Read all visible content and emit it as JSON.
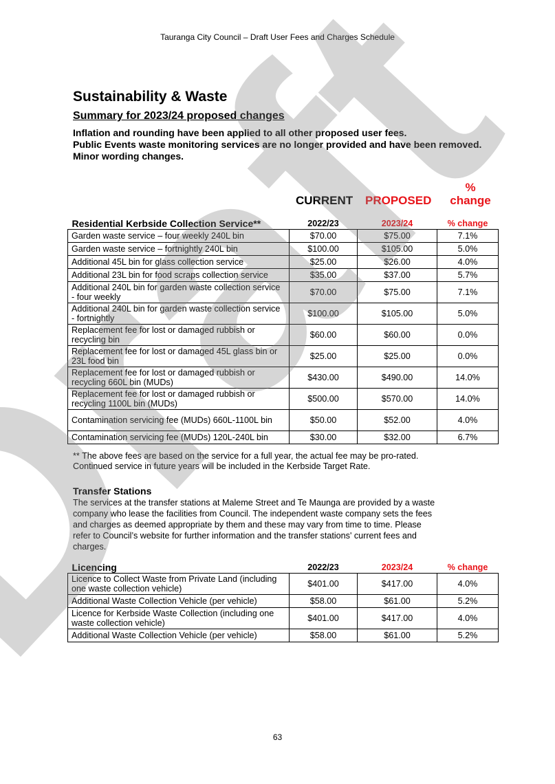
{
  "running_header": "Tauranga City Council – Draft User Fees and Charges Schedule",
  "title": "Sustainability & Waste",
  "summary_heading": "Summary for 2023/24 proposed changes",
  "summary_notes": [
    "Inflation and rounding have been applied to all other proposed user fees.",
    "Public Events waste monitoring services are no longer provided and have been removed.",
    "Minor wording changes."
  ],
  "column_headers": {
    "current": "CURRENT",
    "proposed": "PROPOSED",
    "change_symbol": "%",
    "change_word": "change"
  },
  "kerbside": {
    "category": "Residential Kerbside Collection Service**",
    "col_current": "2022/23",
    "col_proposed": "2023/24",
    "col_change": "% change",
    "rows": [
      {
        "service": "Garden waste service – four weekly 240L bin",
        "current": "$70.00",
        "proposed": "$75.00",
        "change": "7.1%"
      },
      {
        "service": "Garden waste service – fortnightly 240L bin",
        "current": "$100.00",
        "proposed": "$105.00",
        "change": "5.0%"
      },
      {
        "service": "Additional 45L bin for glass collection service",
        "current": "$25.00",
        "proposed": "$26.00",
        "change": "4.0%"
      },
      {
        "service": "Additional 23L bin for food scraps collection service",
        "current": "$35.00",
        "proposed": "$37.00",
        "change": "5.7%"
      },
      {
        "service": "Additional 240L bin for garden waste collection service - four weekly",
        "current": "$70.00",
        "proposed": "$75.00",
        "change": "7.1%"
      },
      {
        "service": "Additional 240L bin for garden waste collection service - fortnightly",
        "current": "$100.00",
        "proposed": "$105.00",
        "change": "5.0%"
      },
      {
        "service": "Replacement fee for lost or damaged rubbish or recycling bin",
        "current": "$60.00",
        "proposed": "$60.00",
        "change": "0.0%"
      },
      {
        "service": "Replacement fee for lost or damaged 45L glass bin or 23L food bin",
        "current": "$25.00",
        "proposed": "$25.00",
        "change": "0.0%"
      },
      {
        "service": "Replacement fee for lost or damaged rubbish or recycling 660L bin (MUDs)",
        "current": "$430.00",
        "proposed": "$490.00",
        "change": "14.0%"
      },
      {
        "service": "Replacement fee for lost or damaged rubbish or recycling 1100L bin (MUDs)",
        "current": "$500.00",
        "proposed": "$570.00",
        "change": "14.0%"
      },
      {
        "service": "Contamination servicing fee (MUDs) 660L-1100L bin",
        "current": "$50.00",
        "proposed": "$52.00",
        "change": "4.0%"
      },
      {
        "service": "Contamination servicing fee (MUDs) 120L-240L bin",
        "current": "$30.00",
        "proposed": "$32.00",
        "change": "6.7%"
      }
    ],
    "footnote": "** The above fees are based on the service for a full year, the actual fee may be pro-rated.  Continued service in future years will be included in the Kerbside Target Rate."
  },
  "transfer": {
    "heading": "Transfer Stations",
    "text": "The services at the transfer stations at Maleme Street and Te Maunga are provided by a waste company who lease the facilities from Council. The independent waste company sets the fees and charges as deemed appropriate by them and these may vary from time to time. Please refer to Council’s website for further information and the transfer stations' current fees and charges."
  },
  "licencing": {
    "category": "Licencing",
    "col_current": "2022/23",
    "col_proposed": "2023/24",
    "col_change": "% change",
    "rows": [
      {
        "service": "Licence to Collect Waste from Private Land (including one waste collection vehicle)",
        "current": "$401.00",
        "proposed": "$417.00",
        "change": "4.0%"
      },
      {
        "service": "Additional Waste Collection Vehicle (per vehicle)",
        "current": "$58.00",
        "proposed": "$61.00",
        "change": "5.2%"
      },
      {
        "service": "Licence for Kerbside Waste Collection (including one waste collection vehicle)",
        "current": "$401.00",
        "proposed": "$417.00",
        "change": "4.0%"
      },
      {
        "service": "Additional Waste Collection Vehicle (per vehicle)",
        "current": "$58.00",
        "proposed": "$61.00",
        "change": "5.2%"
      }
    ]
  },
  "watermark": "Draft",
  "page_number": "63"
}
